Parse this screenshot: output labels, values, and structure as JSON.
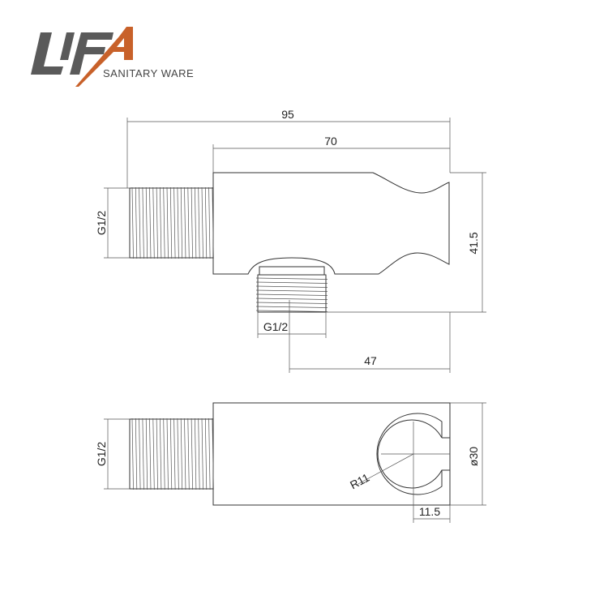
{
  "logo": {
    "brand": "LIFA",
    "tagline": "SANITARY WARE",
    "colors": {
      "gray": "#5a5a5a",
      "orange": "#c8612a"
    }
  },
  "top_view": {
    "dim_overall_length": "95",
    "dim_body_length": "70",
    "dim_height": "41.5",
    "dim_outlet_offset": "47",
    "inlet_thread": "G1/2",
    "outlet_thread": "G1/2"
  },
  "bottom_view": {
    "inlet_thread": "G1/2",
    "dim_radius": "R11",
    "dim_diameter": "ø30",
    "dim_slot_offset": "11.5"
  }
}
